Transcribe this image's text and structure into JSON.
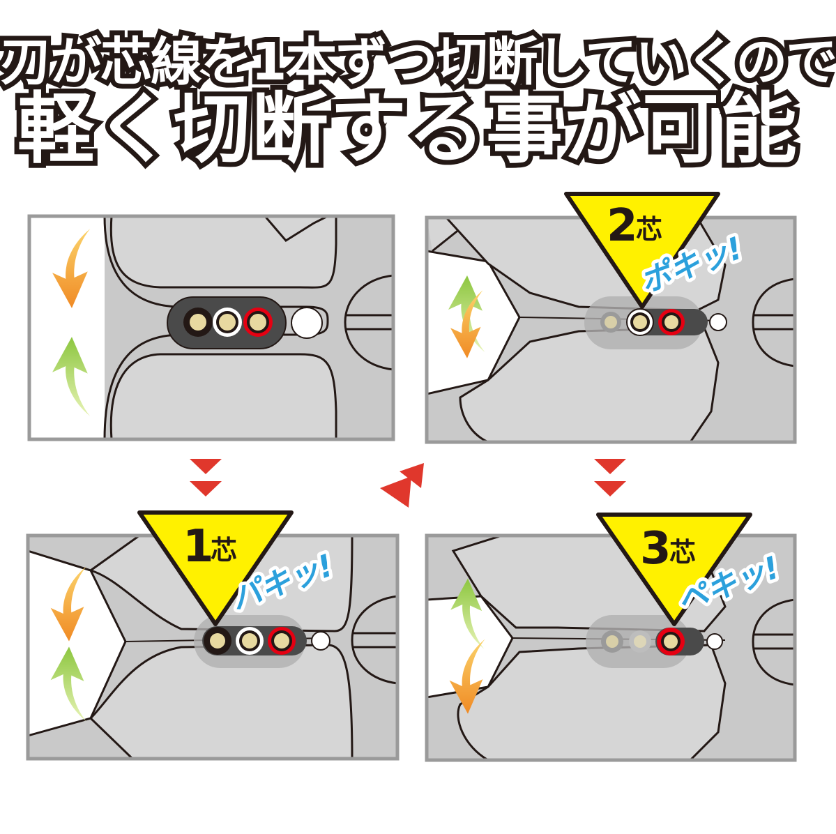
{
  "title": {
    "line1": "刃が芯線を1本ずつ切断していくので",
    "line2": "軽く切断する事が可能"
  },
  "steps": [
    {
      "number": "1",
      "unit": "芯",
      "sound": "パキッ!"
    },
    {
      "number": "2",
      "unit": "芯",
      "sound": "ポキッ!"
    },
    {
      "number": "3",
      "unit": "芯",
      "sound": "ペキッ!"
    }
  ],
  "colors": {
    "frame": "#9a9a9a",
    "background": "#c9c9c9",
    "die": "#d6d6d6",
    "outline": "#231815",
    "callout": "#fff100",
    "flow_arrow": "#e0372c",
    "arrow_orange": "#f08a24",
    "arrow_green": "#8cc63f",
    "sound_text": "#2ba0dc",
    "wire_core": "#e8d9a0",
    "wire_red": "#e60012"
  },
  "icons": [
    "curved-arrow-down-icon",
    "curved-arrow-up-icon",
    "flow-triangle-icon",
    "wire-cross-section-icon"
  ]
}
